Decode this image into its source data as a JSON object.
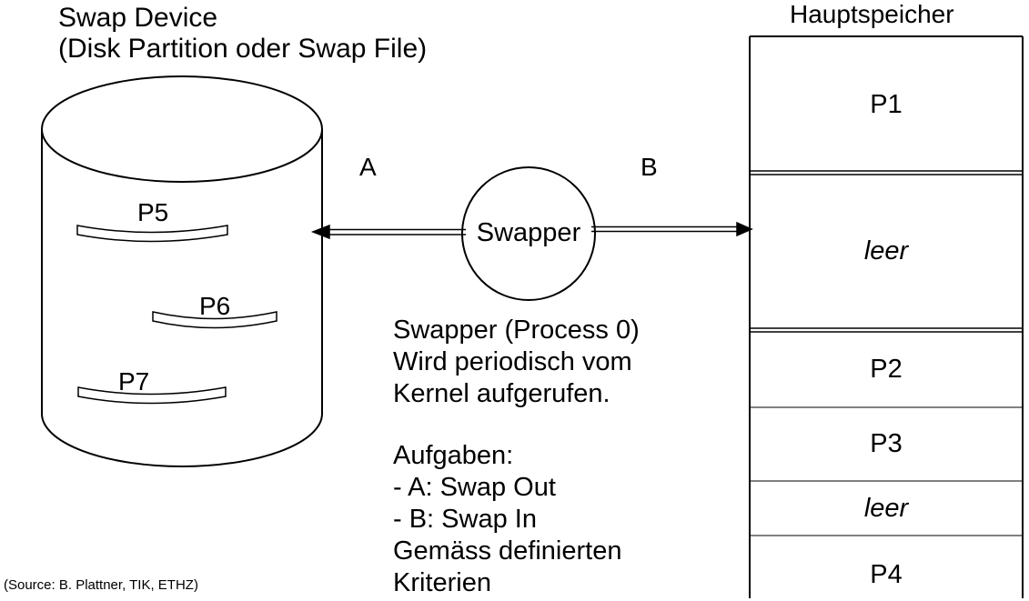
{
  "swap_device": {
    "title_line1": "Swap Device",
    "title_line2": "(Disk Partition oder Swap File)",
    "processes": [
      "P5",
      "P6",
      "P7"
    ]
  },
  "main_memory": {
    "title": "Hauptspeicher",
    "slots": [
      {
        "label": "P1",
        "italic": false
      },
      {
        "label": "leer",
        "italic": true
      },
      {
        "label": "P2",
        "italic": false
      },
      {
        "label": "P3",
        "italic": false
      },
      {
        "label": "leer",
        "italic": true
      },
      {
        "label": "P4",
        "italic": false
      }
    ]
  },
  "swapper": {
    "label": "Swapper",
    "arrow_a": "A",
    "arrow_b": "B"
  },
  "description": {
    "line1": "Swapper (Process 0)",
    "line2": "Wird periodisch vom",
    "line3": "Kernel aufgerufen.",
    "line4": "Aufgaben:",
    "line5": "- A: Swap Out",
    "line6": "- B: Swap In",
    "line7": "Gemäss definierten",
    "line8": "Kriterien"
  },
  "source": "(Source: B. Plattner, TIK, ETHZ)"
}
